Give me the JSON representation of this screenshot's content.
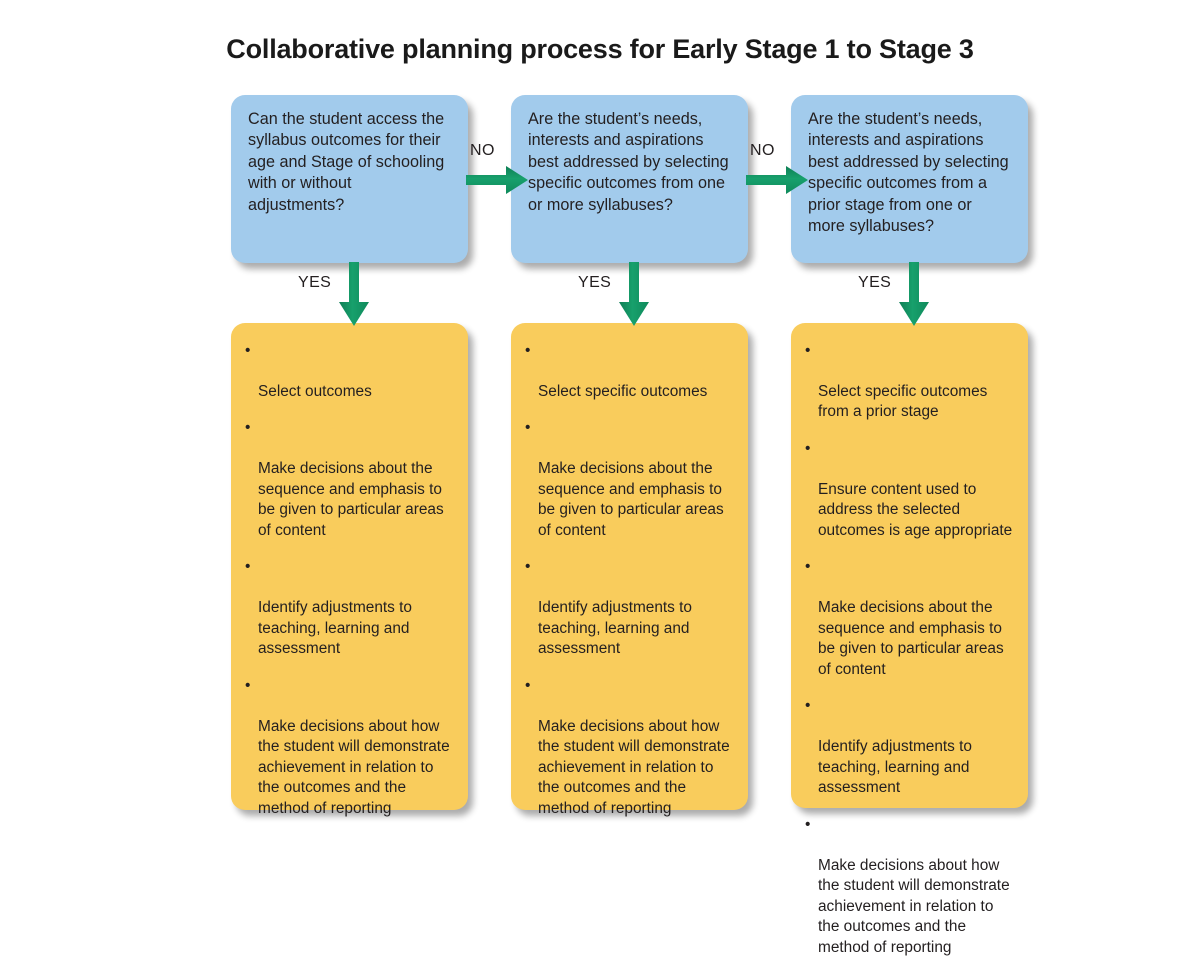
{
  "title": "Collaborative planning process for Early Stage 1 to Stage 3",
  "colors": {
    "decision_box": "#a2cbec",
    "action_box": "#f9cc5c",
    "arrow": "#17a06c",
    "text": "#231f20",
    "background": "#ffffff"
  },
  "edge_labels": {
    "no_1": "NO",
    "no_2": "NO",
    "yes_1": "YES",
    "yes_2": "YES",
    "yes_3": "YES"
  },
  "decisions": [
    {
      "id": "decision-1",
      "text": "Can the student access the syllabus outcomes for their age and Stage of schooling with or without adjustments?"
    },
    {
      "id": "decision-2",
      "text": "Are the student’s needs, interests and aspirations best addressed by selecting specific outcomes from one or more syllabuses?"
    },
    {
      "id": "decision-3",
      "text": "Are the student’s needs, interests and aspirations best addressed by selecting specific outcomes from a prior stage from one or more syllabuses?"
    }
  ],
  "actions": [
    {
      "id": "action-1",
      "bullet_char": "•",
      "items": [
        "Select outcomes",
        "Make decisions about the sequence and emphasis to be given to particular areas of content",
        "Identify adjustments to teaching, learning and assessment",
        "Make decisions about how the student will demonstrate achievement in relation to the outcomes and the method of reporting"
      ]
    },
    {
      "id": "action-2",
      "bullet_char": "•",
      "items": [
        "Select specific outcomes",
        "Make decisions about the sequence and emphasis to be given to particular areas of content",
        "Identify adjustments to teaching, learning and assessment",
        "Make decisions about how the student will demonstrate achievement in relation to the outcomes and the method of reporting"
      ]
    },
    {
      "id": "action-3",
      "bullet_char": "•",
      "items": [
        "Select specific outcomes from a prior stage",
        "Ensure content used to address the selected outcomes is age appropriate",
        "Make decisions about the sequence and emphasis to be given to particular areas of content",
        "Identify adjustments to teaching, learning and assessment",
        "Make decisions about how the student will demonstrate achievement in relation to the outcomes and the method of reporting"
      ]
    }
  ]
}
